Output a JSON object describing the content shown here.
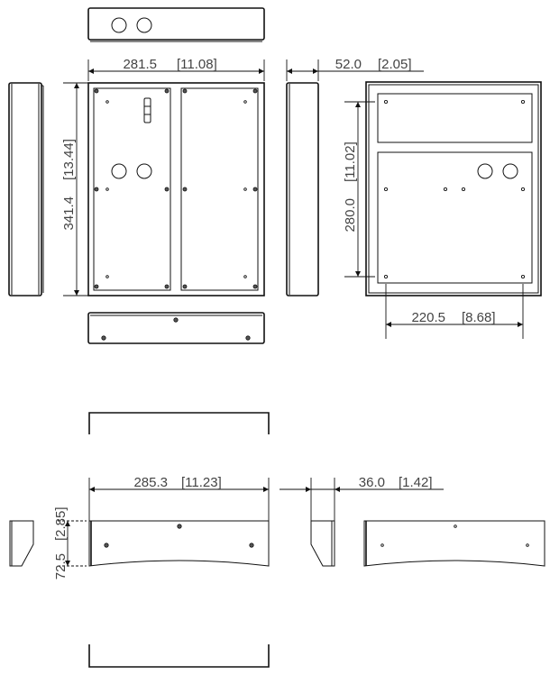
{
  "dimensions": {
    "front_width": {
      "mm": "281.5",
      "in": "[11.08]"
    },
    "front_height": {
      "mm": "341.4",
      "in": "[13.44]"
    },
    "side_depth": {
      "mm": "52.0",
      "in": "[2.05]"
    },
    "back_hole_vertical": {
      "mm": "280.0",
      "in": "[11.02]"
    },
    "back_hole_horizontal": {
      "mm": "220.5",
      "in": "[8.68]"
    },
    "bracket_width": {
      "mm": "285.3",
      "in": "[11.23]"
    },
    "bracket_depth": {
      "mm": "36.0",
      "in": "[1.42]"
    },
    "bracket_height": {
      "mm": "72.5",
      "in": "[2.85]"
    }
  },
  "colors": {
    "line": "#111111",
    "dimension_text": "#444444"
  }
}
